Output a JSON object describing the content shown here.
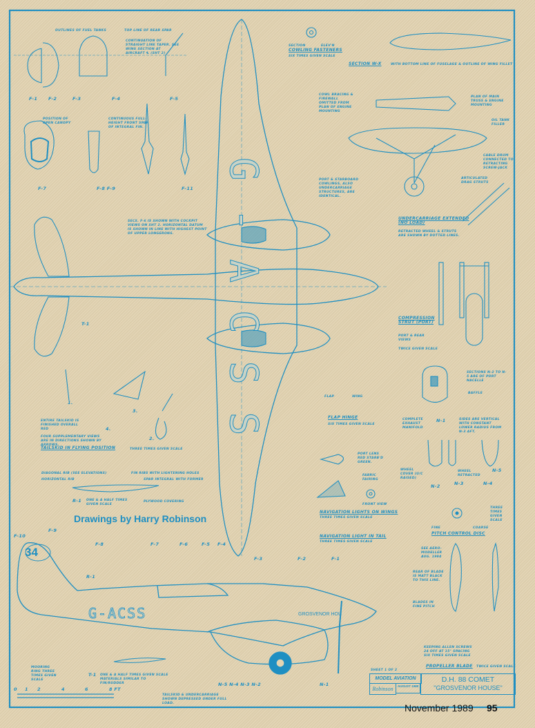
{
  "colors": {
    "ink": "#1f8fc2",
    "paper": "#e3d4b2",
    "footer_text": "#111111"
  },
  "title_block": {
    "sheet": "SHEET 1 OF 2",
    "publisher": "MODEL AVIATION",
    "signature": "Robinson",
    "date": "AUGUST 1988",
    "title": "D.H. 88 COMET",
    "subtitle": "\"GROSVENOR HOUSE\""
  },
  "credit": "Drawings by Harry Robinson",
  "footer": {
    "issue": "November 1989",
    "page": "95"
  },
  "registration": {
    "plan": "G-ACSS",
    "side": "G-ACSS",
    "race_number": "34",
    "nose_name": "GROSVENOR HOU"
  },
  "labels": {
    "fuel_tanks": "OUTLINES OF FUEL TANKS",
    "rear_spar": "TOP LINE OF REAR SPAR",
    "continuation": "CONTINUATION OF STRAIGHT LINE TAPER. SEE WING SECTION AT AIRCRAFT ℄ (SHT 2)",
    "f1": "F-1",
    "f2": "F-2",
    "f3": "F-3",
    "f4": "F-4",
    "f5": "F-5",
    "open_canopy": "POSITION OF OPEN CANOPY",
    "front_spar": "CONTINUOUS FULL-HEIGHT FRONT SPAR OF INTEGRAL FIN.",
    "f7": "F-7",
    "f8f9": "F-8  F-9",
    "f11": "F-11",
    "cowling_section": "SECTION",
    "cowling_elev": "ELEV'N",
    "cowling_title": "COWLING FASTENERS",
    "cowling_scale": "SIX TIMES GIVEN SCALE",
    "section_w": "SECTION W-X",
    "section_w_note": "WITH BOTTOM LINE OF FUSELAGE & OUTLINE OF WING FILLET",
    "cowl_bracing": "COWL BRACING & FIREWALL OMITTED FROM PLAN OF ENGINE MOUNTING",
    "main_truss": "PLAN OF MAIN TRUSS & ENGINE MOUNTING",
    "oil_tank": "OIL TANK FILLER",
    "cable_drum": "CABLE DRUM CONNECTED TO RETRACTING SCREW-JACK",
    "articulated": "ARTICULATED DRAG STRUTS",
    "port_starboard": "PORT & STARBOARD COWLINGS, ALSO UNDERCARRIAGE STRUCTURES, ARE IDENTICAL.",
    "uc_title": "UNDERCARRIAGE EXTENDED (NO LOAD)",
    "uc_note": "RETRACTED WHEEL & STRUTS ARE SHOWN BY DOTTED LINES.",
    "secs": "SECS. F-6 IS SHOWN WITH COCKPIT VIEWS ON SHT 2. HORIZONTAL DATUM IS SHOWN IN LINE WITH HIGHEST POINT OF UPPER LONGERONS.",
    "comp_title": "COMPRESSION STRUT (PORT)",
    "comp_views": "PORT & REAR VIEWS",
    "comp_scale": "TWICE GIVEN SCALE",
    "t1": "T-1",
    "tailskid_red": "ENTIRE TAILSKID IS FINISHED OVERALL RED",
    "four_views": "FOUR SUPPLEMENTARY VIEWS ARE IN DIRECTIONS SHOWN BY ARROWS.",
    "tailskid_title": "TAILSKID IN FLYING POSITION",
    "tailskid_scale": "THREE TIMES GIVEN SCALE",
    "v1": "1.",
    "v2": "2.",
    "v3": "3.",
    "v4": "4.",
    "diagonal_rib": "DIAGONAL RIB (SEE ELEVATIONS)",
    "horizontal_rib": "HORIZONTAL RIB",
    "fin_ribs": "FIN RIBS WITH LIGHTENING HOLES",
    "spar_integral": "SPAR INTEGRAL WITH FORMER",
    "plywood": "PLYWOOD COVERING",
    "r1": "R-1",
    "r1_scale": "ONE & A HALF TIMES GIVEN SCALE",
    "flap": "FLAP",
    "wing": "WING",
    "flap_hinge": "FLAP HINGE",
    "flap_scale": "SIX TIMES GIVEN SCALE",
    "sections_n": "SECTIONS N-2 TO N-5 ARE OF PORT NACELLE",
    "baffle": "BAFFLE",
    "exhaust": "COMPLETE EXHAUST MANIFOLD",
    "n1": "N-1",
    "sides_vertical": "SIDES ARE VERTICAL WITH CONSTANT LOWER RADIUS FROM N-3 AFT.",
    "port_lens": "PORT LENS RED STARB'D GREEN.",
    "fabric": "FABRIC FAIRING",
    "front_view": "FRONT VIEW",
    "nav_wings": "NAVIGATION LIGHTS ON WINGS",
    "nav_wings_scale": "THREE TIMES GIVEN SCALE",
    "nav_tail": "NAVIGATION LIGHT IN TAIL",
    "nav_tail_scale": "THREE TIMES GIVEN SCALE",
    "wheel_cover": "WHEEL COVER (U/C RAISED)",
    "wheel_retracted": "WHEEL RETRACTED",
    "n2": "N-2",
    "n3": "N-3",
    "n4": "N-4",
    "n5": "N-5",
    "fine": "FINE",
    "coarse": "COARSE",
    "pitch_disc": "PITCH CONTROL DISC",
    "pitch_scale": "THREE TIMES GIVEN SCALE",
    "aeromodeller": "SEE AERO-MODELLER AUG. 1984",
    "rear_blade": "REAR OF BLADE IS MATT BLACK TO THIS LINE.",
    "fine_pitch": "BLADES IN FINE PITCH",
    "allen": "KEEPING ALLEN SCREWS 24 OFF AT 15° SPACING SIX TIMES GIVEN SCALE",
    "prop_blade": "PROPELLER BLADE",
    "prop_scale": "TWICE GIVEN SCALE",
    "f10": "F-10",
    "f9": "F-9",
    "f8": "F-8",
    "f6": "F-6",
    "r1_side": "R-1",
    "mooring": "MOORING RING THREE TIMES GIVEN SCALE",
    "t1_scale": "ONE & A HALF TIMES GIVEN SCALE MATERIALS SIMILAR TO FIN/RUDDER",
    "tailskid_depressed": "TAILSKID & UNDERCARRIAGE SHOWN DEPRESSED UNDER FULL LOAD.",
    "n_side": "N-5   N-4  N-3  N-2",
    "scale_ticks": [
      "0",
      "1",
      "2",
      "4",
      "6",
      "8 ft"
    ]
  }
}
